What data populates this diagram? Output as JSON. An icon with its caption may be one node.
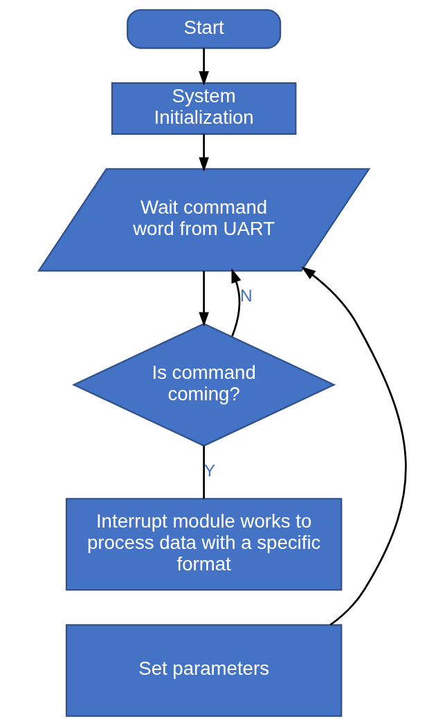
{
  "diagram": {
    "nodes": [
      {
        "text": [
          "Start"
        ]
      },
      {
        "text": [
          "System Initialization"
        ]
      },
      {
        "text": [
          "Wait command word from UART"
        ]
      },
      {
        "text": [
          "Is command coming?"
        ]
      },
      {
        "text": [
          "Interrupt module works to process data with a specific format"
        ]
      },
      {
        "text": [
          "Set parameters"
        ]
      }
    ],
    "edges": [
      {
        "from": 0,
        "to": 1,
        "arrow": "to"
      },
      {
        "from": 1,
        "to": 2,
        "arrow": "to"
      },
      {
        "from": 2,
        "to": 3,
        "arrow": "to"
      },
      {
        "from": 3,
        "to": 2,
        "arrow": "to",
        "label": "N"
      },
      {
        "from": 3,
        "to": 4,
        "arrow": "none",
        "label": "Y"
      },
      {
        "from": 5,
        "to": 2,
        "arrow": "to"
      }
    ]
  }
}
